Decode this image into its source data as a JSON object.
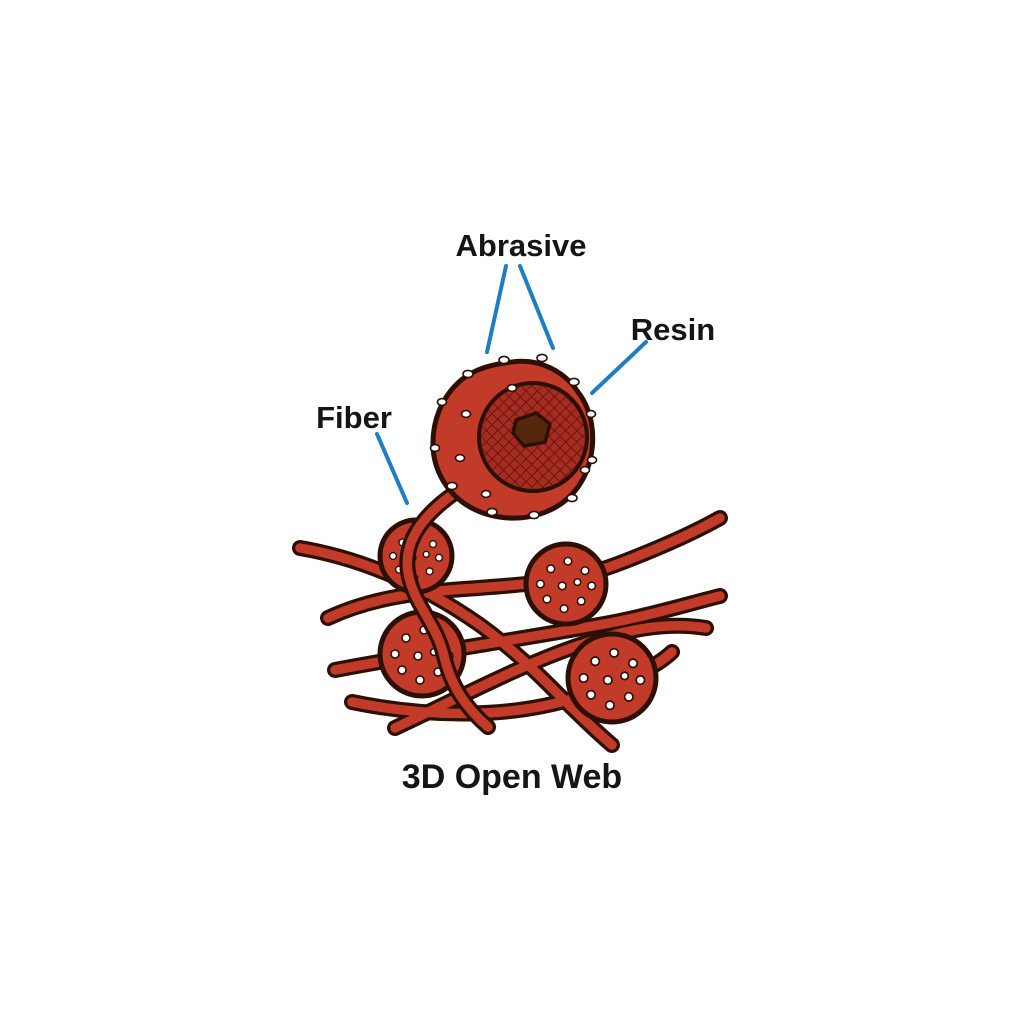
{
  "diagram": {
    "caption": "3D Open Web",
    "labels": {
      "abrasive": "Abrasive",
      "resin": "Resin",
      "fiber": "Fiber"
    },
    "colors": {
      "fiber_red": "#c23b28",
      "resin_base": "#a42c20",
      "resin_hatch": "#6f1410",
      "core_brown": "#55280c",
      "outline_dark": "#2c0f05",
      "leader_blue": "#1f7dc2",
      "text_black": "#151515",
      "speck_white": "#ffffff",
      "background": "#ffffff"
    }
  }
}
